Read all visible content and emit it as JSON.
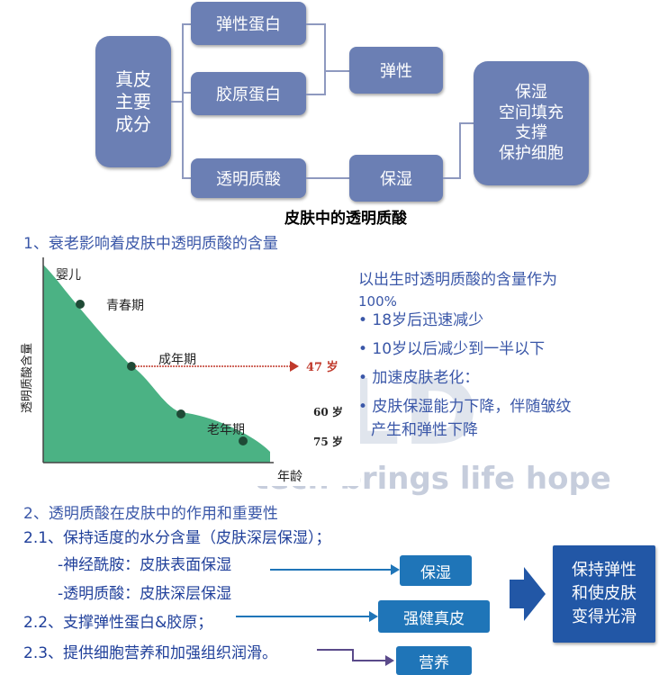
{
  "top_diagram": {
    "root": "真皮\n主要\n成分",
    "components": [
      "弹性蛋白",
      "胶原蛋白",
      "透明质酸"
    ],
    "functions": [
      "弹性",
      "保湿"
    ],
    "result": "保湿\n空间填充\n支撑\n保护细胞",
    "caption": "皮肤中的透明质酸"
  },
  "section1": {
    "heading": "1、衰老影响着皮肤中透明质酸的含量",
    "note_line1": "以出生时透明质酸的含量作为",
    "note_line2": "100%",
    "bullets": [
      "• 18岁后迅速减少",
      "• 10岁以后减少到一半以下",
      "• 加速皮肤老化：",
      "• 皮肤保湿能力下降，伴随皱纹",
      "产生和弹性下降"
    ]
  },
  "chart_data": {
    "type": "area",
    "xlabel": "年龄",
    "ylabel": "透明质酸含量",
    "stages": [
      "婴儿",
      "青春期",
      "成年期",
      "老年期"
    ],
    "age_labels": [
      "47 岁",
      "60 岁",
      "75 岁"
    ],
    "fill_color": "#2ca56e"
  },
  "section2": {
    "heading": "2、透明质酸在皮肤中的作用和重要性",
    "item21": "2.1、保持适度的水分含量（皮肤深层保湿）；",
    "item21a": "-神经酰胺：皮肤表面保湿",
    "item21b": "-透明质酸：皮肤深层保湿",
    "item22": "2.2、支撑弹性蛋白&胶原；",
    "item23": "2.3、提供细胞营养和加强组织润滑。",
    "effects": [
      "保湿",
      "强健真皮",
      "营养"
    ],
    "result": "保持弹性\n和使皮肤\n变得光滑"
  },
  "watermark": {
    "logo": "BLD",
    "slogan": "tech brings life hope"
  },
  "colors": {
    "box": "#6b7fb4",
    "text_blue": "#3a57a8",
    "action_box": "#1f75b8",
    "result_box": "#2257a6",
    "arrow_red": "#c0392b"
  }
}
